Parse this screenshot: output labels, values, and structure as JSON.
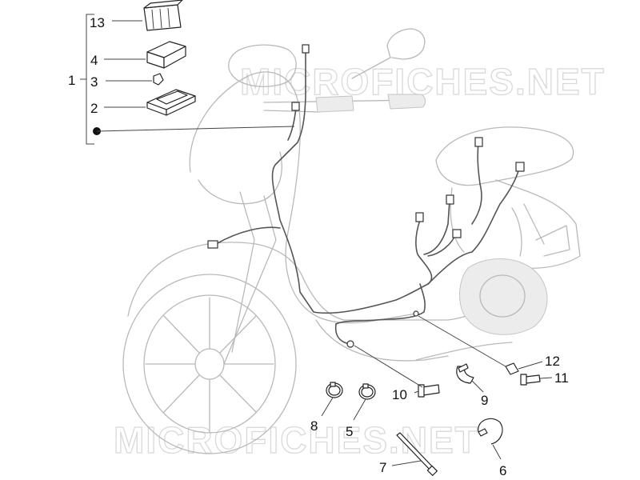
{
  "watermark": "MICROFICHES.NET",
  "callouts": {
    "c1": "1",
    "c2": "2",
    "c3": "3",
    "c4": "4",
    "c5": "5",
    "c6": "6",
    "c7": "7",
    "c8": "8",
    "c9": "9",
    "c10": "10",
    "c11": "11",
    "c12": "12",
    "c13": "13"
  },
  "colors": {
    "ghost": "#b9b9b9",
    "harness": "#555555",
    "ink": "#111111",
    "watermark": "#d9d9d9"
  }
}
